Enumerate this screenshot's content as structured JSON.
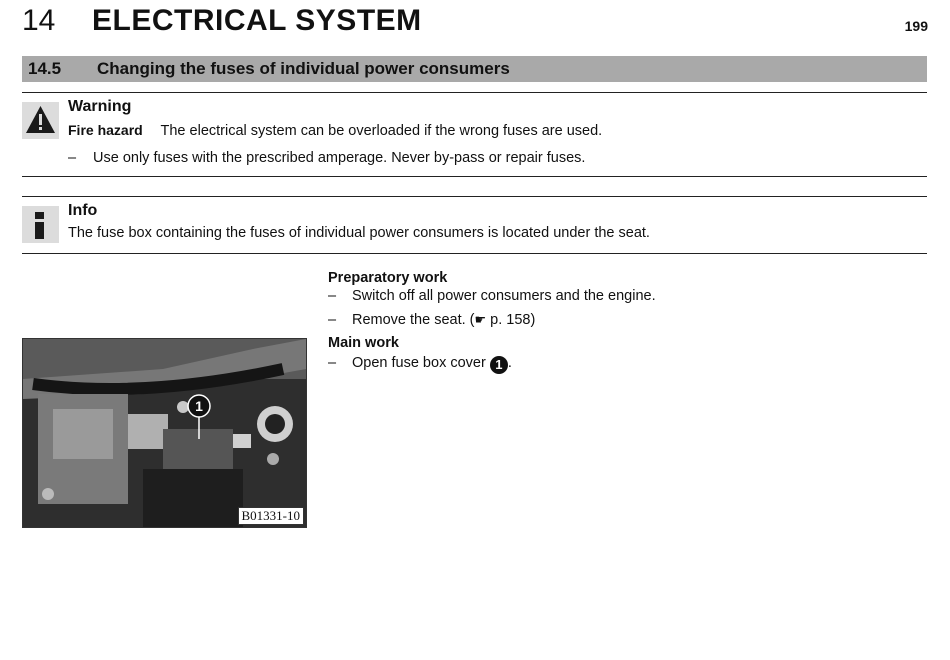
{
  "header": {
    "chapter_number": "14",
    "chapter_title": "ELECTRICAL SYSTEM",
    "page_number": "199"
  },
  "section": {
    "number": "14.5",
    "title": "Changing the fuses of individual power consumers"
  },
  "warning": {
    "icon": "warning-triangle-icon",
    "title": "Warning",
    "label": "Fire hazard",
    "text": "The electrical system can be overloaded if the wrong fuses are used.",
    "bullet_dash": "–",
    "bullet": "Use only fuses with the prescribed amperage. Never by-pass or repair fuses."
  },
  "info": {
    "icon": "info-icon",
    "title": "Info",
    "text": "The fuse box containing the fuses of individual power consumers is located under the seat."
  },
  "figure": {
    "label": "B01331-10",
    "callout": "1"
  },
  "preparatory": {
    "heading": "Preparatory work",
    "steps": [
      {
        "dash": "–",
        "text": "Switch off all power consumers and the engine."
      },
      {
        "dash": "–",
        "text": "Remove the seat. (",
        "ref_icon": "pointing-hand-icon",
        "ref_text": " p. 158)"
      }
    ]
  },
  "main_work": {
    "heading": "Main work",
    "steps": [
      {
        "dash": "–",
        "text": "Open fuse box cover ",
        "callout": "1",
        "suffix": "."
      }
    ]
  }
}
